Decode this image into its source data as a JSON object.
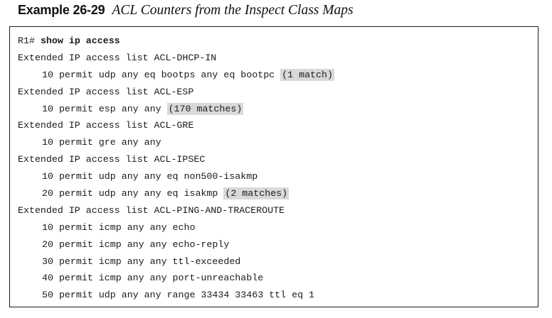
{
  "caption": {
    "number": "Example 26-29",
    "title": "ACL Counters from the Inspect Class Maps"
  },
  "lines": [
    {
      "prompt": "R1#",
      "command": "show ip access"
    },
    {
      "text": "Extended IP access list ACL-DHCP-IN"
    },
    {
      "text": "10 permit udp any eq bootps any eq bootpc",
      "counter": "(1 match)"
    },
    {
      "text": "Extended IP access list ACL-ESP"
    },
    {
      "text": "10 permit esp any any",
      "counter": "(170 matches)"
    },
    {
      "text": "Extended IP access list ACL-GRE"
    },
    {
      "text": "10 permit gre any any"
    },
    {
      "text": "Extended IP access list ACL-IPSEC"
    },
    {
      "text": "10 permit udp any any eq non500-isakmp"
    },
    {
      "text": "20 permit udp any any eq isakmp",
      "counter": "(2 matches)"
    },
    {
      "text": "Extended IP access list ACL-PING-AND-TRACEROUTE"
    },
    {
      "text": "10 permit icmp any any echo"
    },
    {
      "text": "20 permit icmp any any echo-reply"
    },
    {
      "text": "30 permit icmp any any ttl-exceeded"
    },
    {
      "text": "40 permit icmp any any port-unreachable"
    },
    {
      "text": "50 permit udp any any range 33434 33463 ttl eq 1"
    }
  ]
}
